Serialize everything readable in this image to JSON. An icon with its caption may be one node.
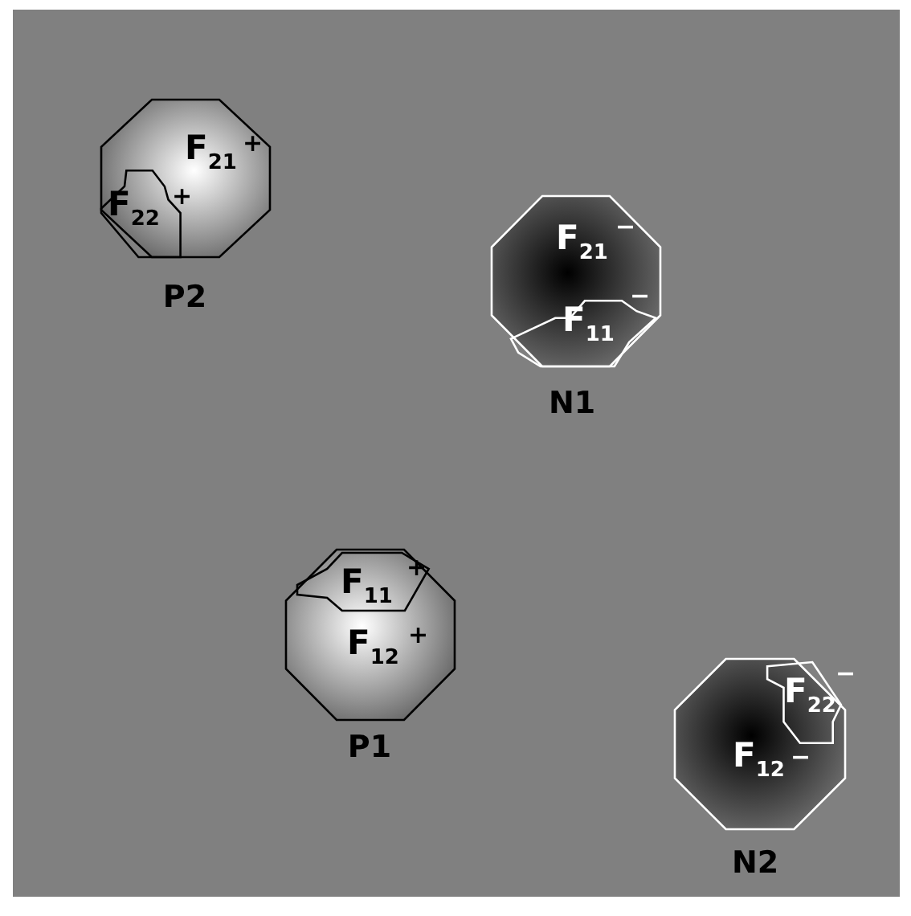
{
  "diagram": {
    "nodes": [
      {
        "text": [
          "F$_{21}$",
          "+"
        ],
        "beside": [
          "P2"
        ]
      },
      {
        "text": [
          "F$_{22}$",
          "+"
        ],
        "in": 0
      },
      {
        "text": [
          "F$_{21}$",
          "−"
        ],
        "beside": [
          "N1"
        ]
      },
      {
        "text": [
          "F$_{11}$",
          "−"
        ],
        "in": 2
      },
      {
        "text": [
          "F$_{12}$",
          "+"
        ],
        "beside": [
          "P1"
        ]
      },
      {
        "text": [
          "F$_{11}$",
          "+"
        ],
        "in": 4
      },
      {
        "text": [
          "F$_{12}$",
          "−"
        ],
        "beside": [
          "N2"
        ]
      },
      {
        "text": [
          "F$_{22}$",
          "−"
        ],
        "in": 6
      }
    ]
  }
}
